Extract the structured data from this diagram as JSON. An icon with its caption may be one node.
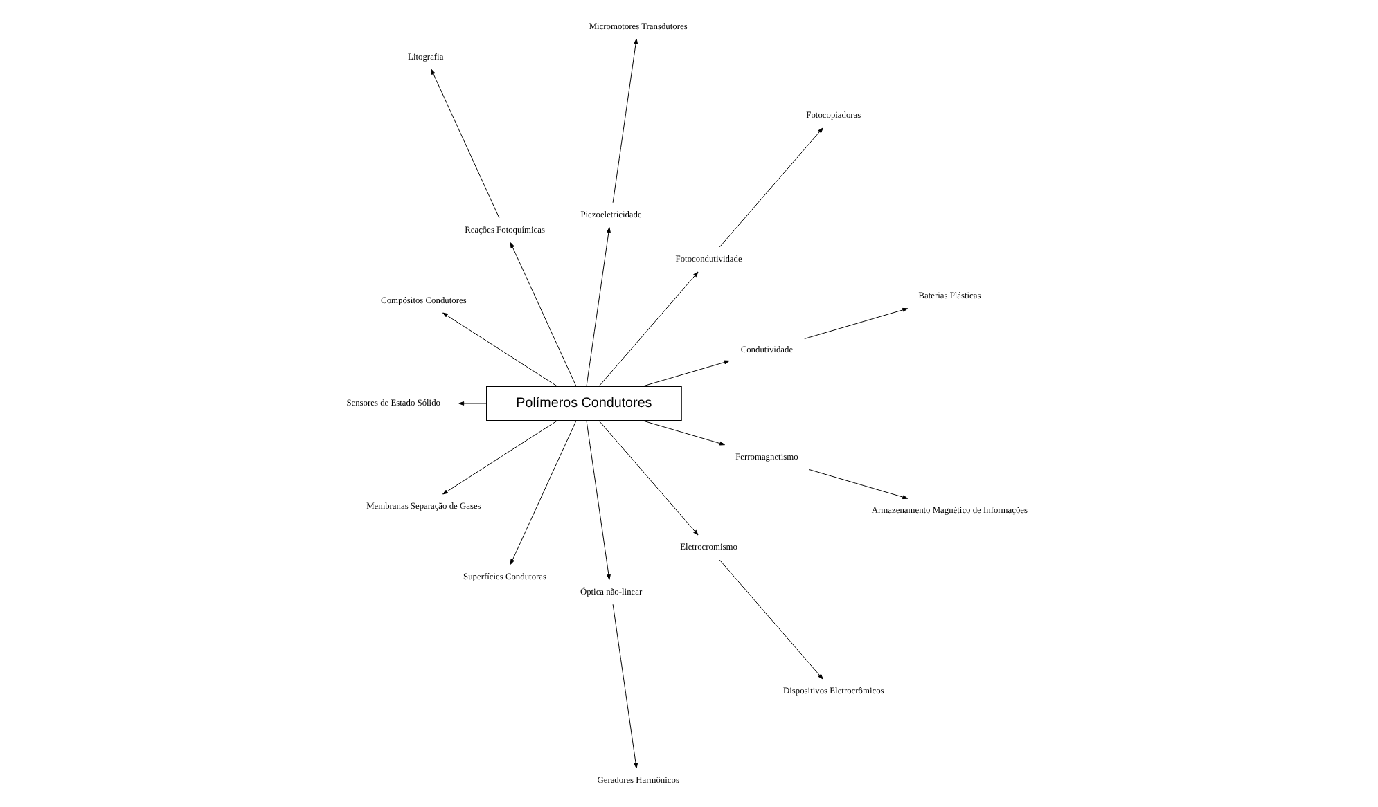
{
  "diagram": {
    "nodes": [
      {
        "text": [
          "Polímeros Condutores"
        ]
      },
      {
        "text": [
          "Baterias Plásticas"
        ]
      },
      {
        "text": [
          "Fotocopiadoras"
        ]
      },
      {
        "text": [
          "Micromotores Transdutores"
        ]
      },
      {
        "text": [
          "Litografia"
        ]
      },
      {
        "text": [
          "Condutividade"
        ]
      },
      {
        "text": [
          "Fotocondutividade"
        ]
      },
      {
        "text": [
          "Piezoeletricidade"
        ]
      },
      {
        "text": [
          "Reações Fotoquímicas"
        ]
      },
      {
        "text": [
          "Compósitos Condutores"
        ]
      },
      {
        "text": [
          "Sensores de Estado Sólido"
        ]
      },
      {
        "text": [
          "Membranas Separação de Gases"
        ]
      },
      {
        "text": [
          "Superfícies Condutoras"
        ]
      },
      {
        "text": [
          "Óptica não-linear"
        ]
      },
      {
        "text": [
          "Eletrocromismo"
        ]
      },
      {
        "text": [
          "Ferromagnetismo"
        ]
      },
      {
        "text": [
          "Geradores Harmônicos"
        ]
      },
      {
        "text": [
          "Dispositivos Eletrocrômicos"
        ]
      },
      {
        "text": [
          "Armazenamento Magnético de Informações"
        ]
      }
    ],
    "edges": [
      {
        "from": 0,
        "to": 5,
        "arrow": "to"
      },
      {
        "from": 5,
        "to": 1,
        "arrow": "to"
      },
      {
        "from": 0,
        "to": 6,
        "arrow": "to"
      },
      {
        "from": 6,
        "to": 2,
        "arrow": "to"
      },
      {
        "from": 0,
        "to": 7,
        "arrow": "to"
      },
      {
        "from": 7,
        "to": 3,
        "arrow": "to"
      },
      {
        "from": 0,
        "to": 8,
        "arrow": "to"
      },
      {
        "from": 8,
        "to": 4,
        "arrow": "to"
      },
      {
        "from": 0,
        "to": 9,
        "arrow": "to"
      },
      {
        "from": 0,
        "to": 10,
        "arrow": "to"
      },
      {
        "from": 0,
        "to": 11,
        "arrow": "to"
      },
      {
        "from": 0,
        "to": 12,
        "arrow": "to"
      },
      {
        "from": 0,
        "to": 13,
        "arrow": "to"
      },
      {
        "from": 13,
        "to": 16,
        "arrow": "to"
      },
      {
        "from": 0,
        "to": 14,
        "arrow": "to"
      },
      {
        "from": 14,
        "to": 17,
        "arrow": "to"
      },
      {
        "from": 0,
        "to": 15,
        "arrow": "to"
      },
      {
        "from": 15,
        "to": 18,
        "arrow": "to"
      }
    ]
  }
}
